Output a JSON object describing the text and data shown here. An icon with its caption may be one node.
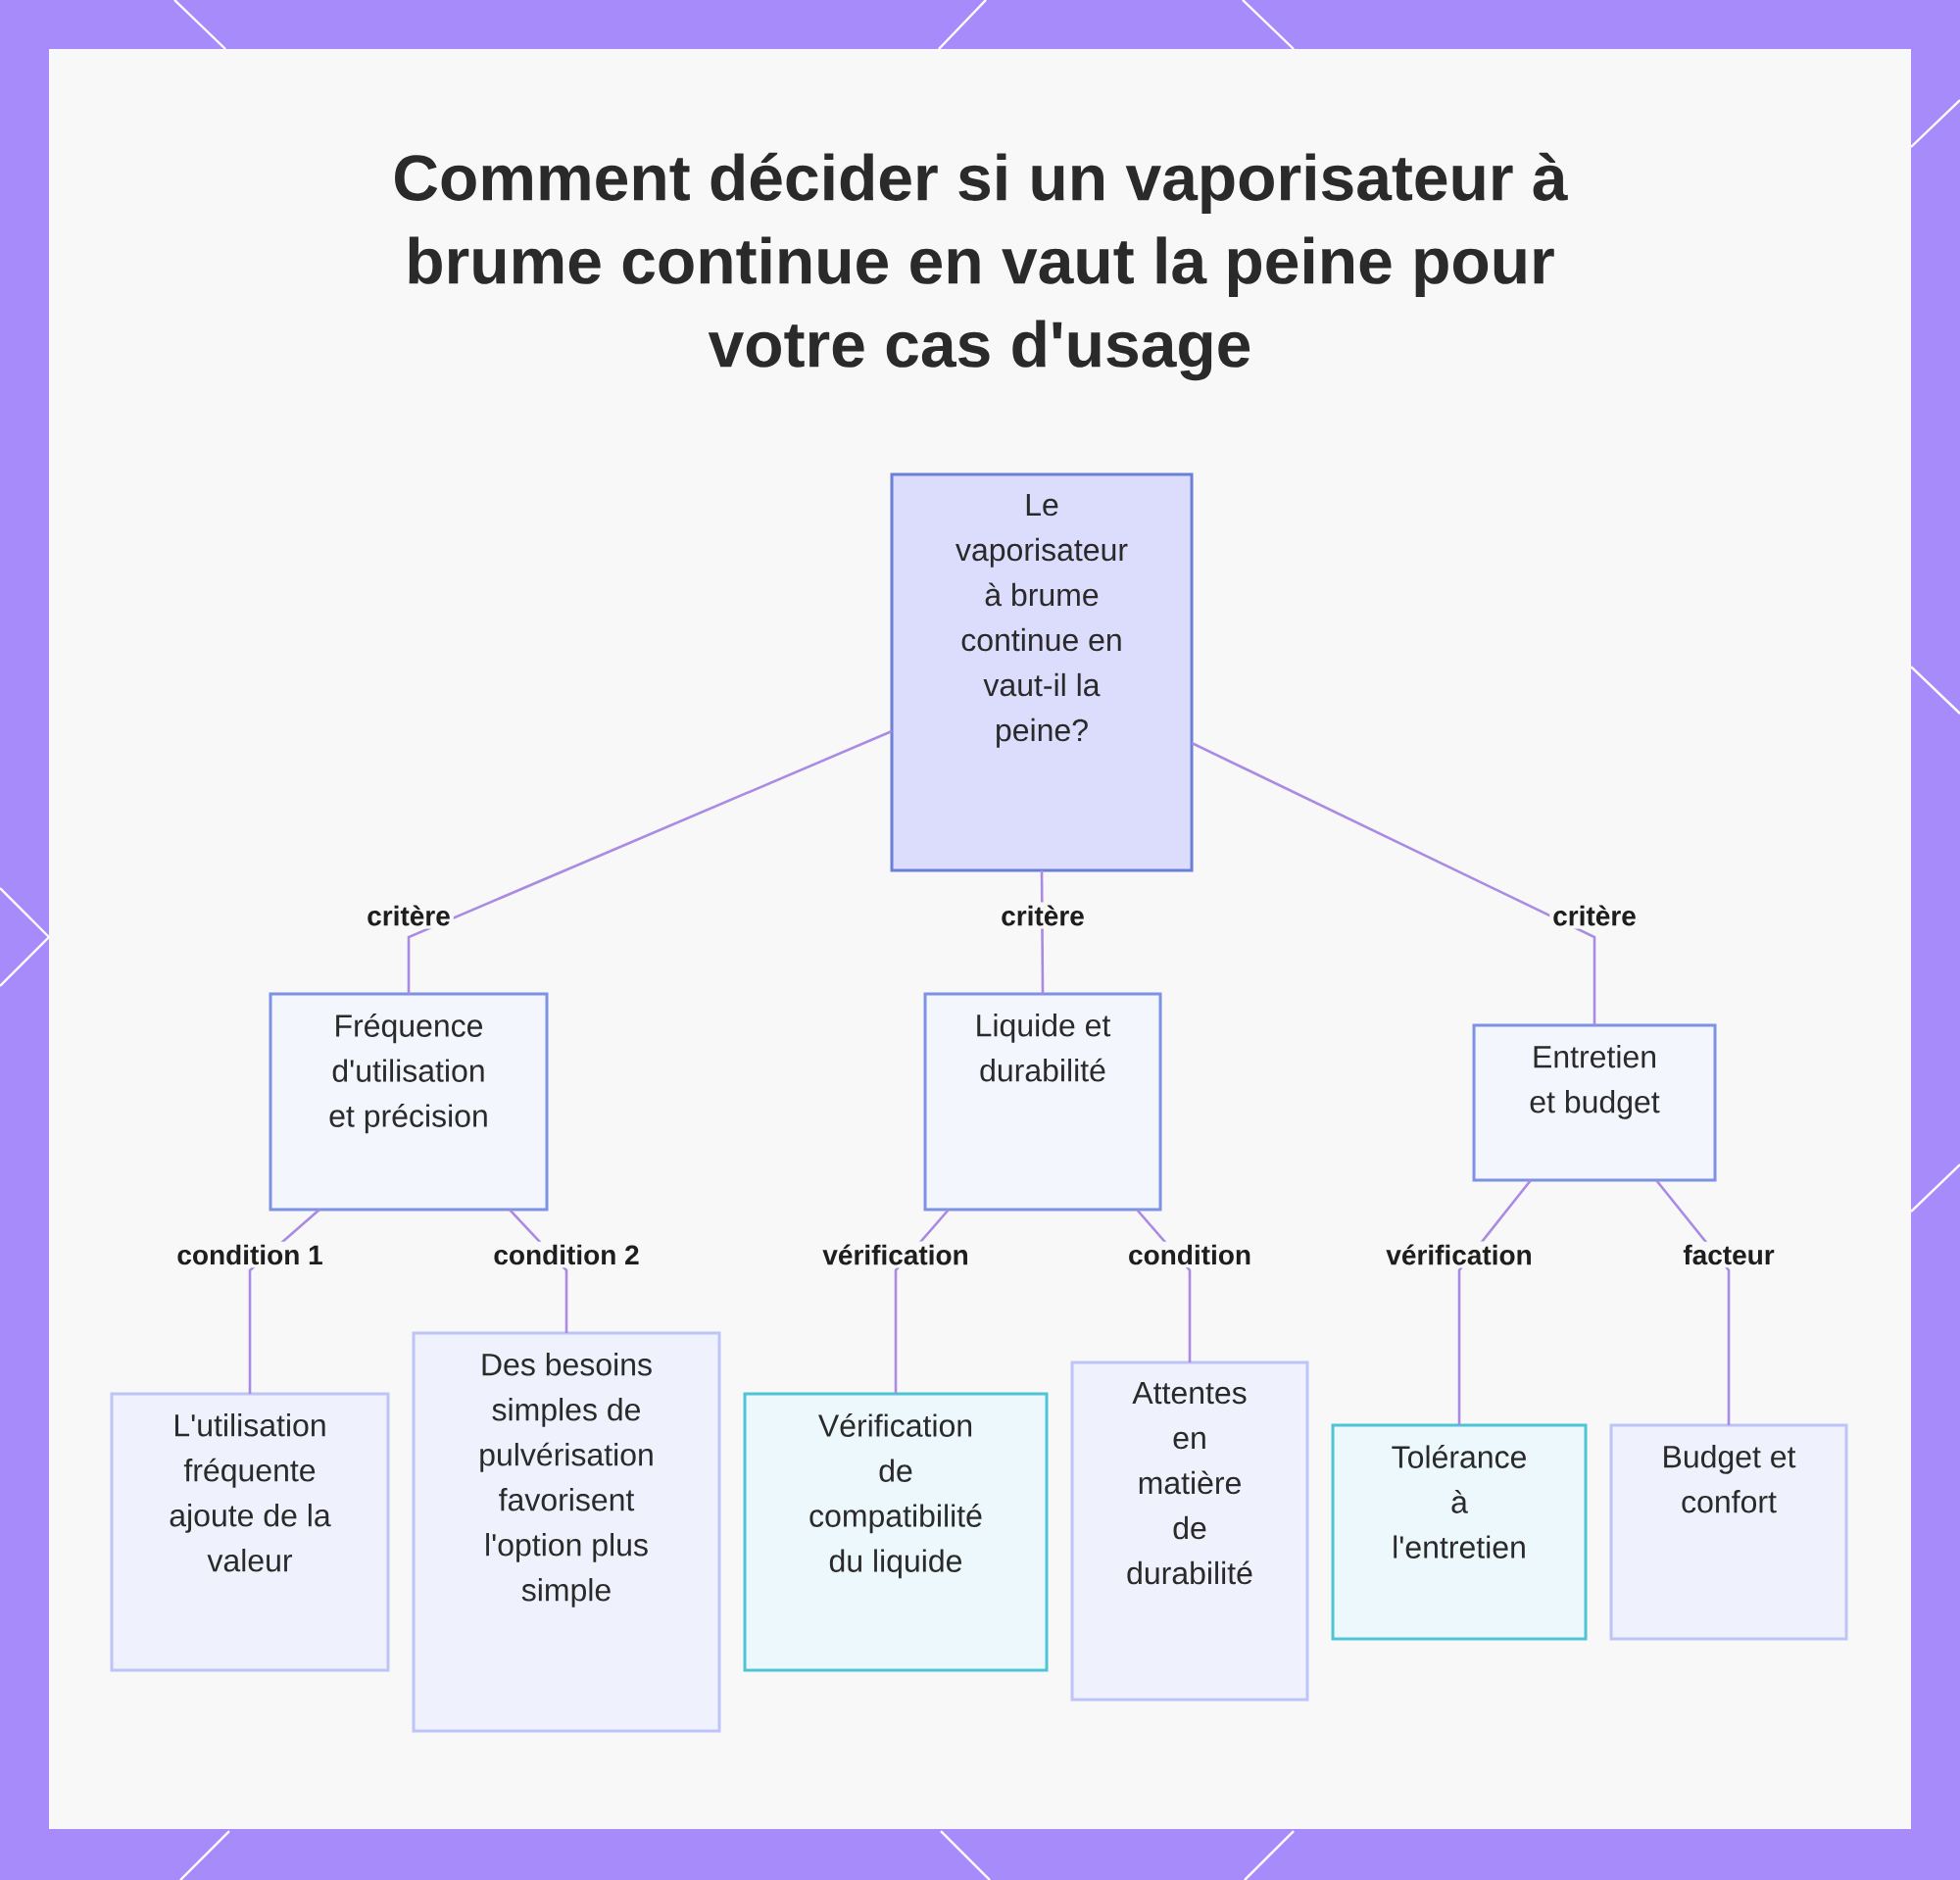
{
  "diagram": {
    "title": "Comment décider si un vaporisateur à brume continue en vaut la peine pour votre cas d'usage",
    "nodes": [
      {
        "text": [
          "Le vaporisateur à brume continue en vaut-il la peine?"
        ]
      },
      {
        "text": [
          "Fréquence d'utilisation et précision"
        ]
      },
      {
        "text": [
          "Liquide et durabilité"
        ]
      },
      {
        "text": [
          "Entretien et budget"
        ]
      },
      {
        "text": [
          "L'utilisation fréquente ajoute de la valeur"
        ]
      },
      {
        "text": [
          "Des besoins simples de pulvérisation favorisent l'option plus simple"
        ]
      },
      {
        "text": [
          "Vérification de compatibilité du liquide"
        ]
      },
      {
        "text": [
          "Attentes en matière de durabilité"
        ]
      },
      {
        "text": [
          "Tolérance à l'entretien"
        ]
      },
      {
        "text": [
          "Budget et confort"
        ]
      }
    ],
    "edges": [
      {
        "from": 0,
        "to": 1,
        "arrow": "none",
        "label": "critère"
      },
      {
        "from": 0,
        "to": 2,
        "arrow": "none",
        "label": "critère"
      },
      {
        "from": 0,
        "to": 3,
        "arrow": "none",
        "label": "critère"
      },
      {
        "from": 1,
        "to": 4,
        "arrow": "none",
        "label": "condition 1"
      },
      {
        "from": 1,
        "to": 5,
        "arrow": "none",
        "label": "condition 2"
      },
      {
        "from": 2,
        "to": 6,
        "arrow": "none",
        "label": "vérification"
      },
      {
        "from": 2,
        "to": 7,
        "arrow": "none",
        "label": "condition"
      },
      {
        "from": 3,
        "to": 8,
        "arrow": "none",
        "label": "vérification"
      },
      {
        "from": 3,
        "to": 9,
        "arrow": "none",
        "label": "facteur"
      }
    ]
  }
}
